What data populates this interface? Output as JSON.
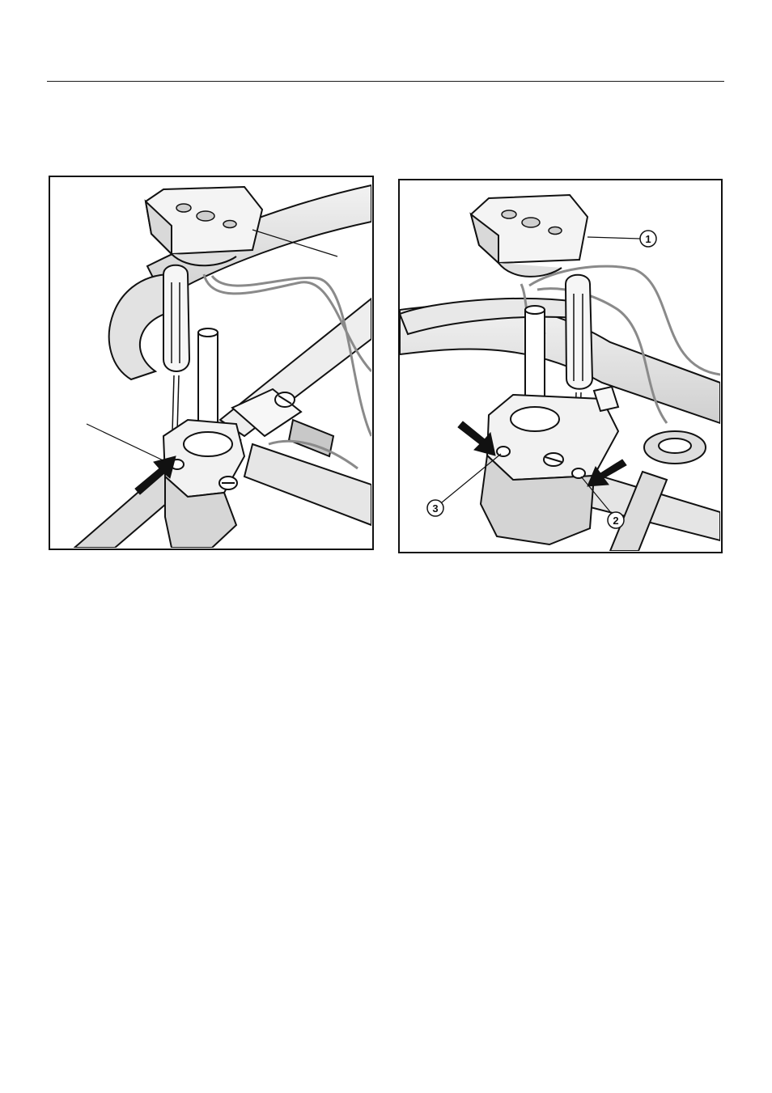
{
  "figures": {
    "right": {
      "callouts": [
        {
          "label": "1"
        },
        {
          "label": "2"
        },
        {
          "label": "3"
        }
      ]
    }
  },
  "colors": {
    "line": "#111111",
    "wire": "#8a8a8a",
    "shade": "#dcdcdc",
    "light_shade": "#ececec"
  }
}
